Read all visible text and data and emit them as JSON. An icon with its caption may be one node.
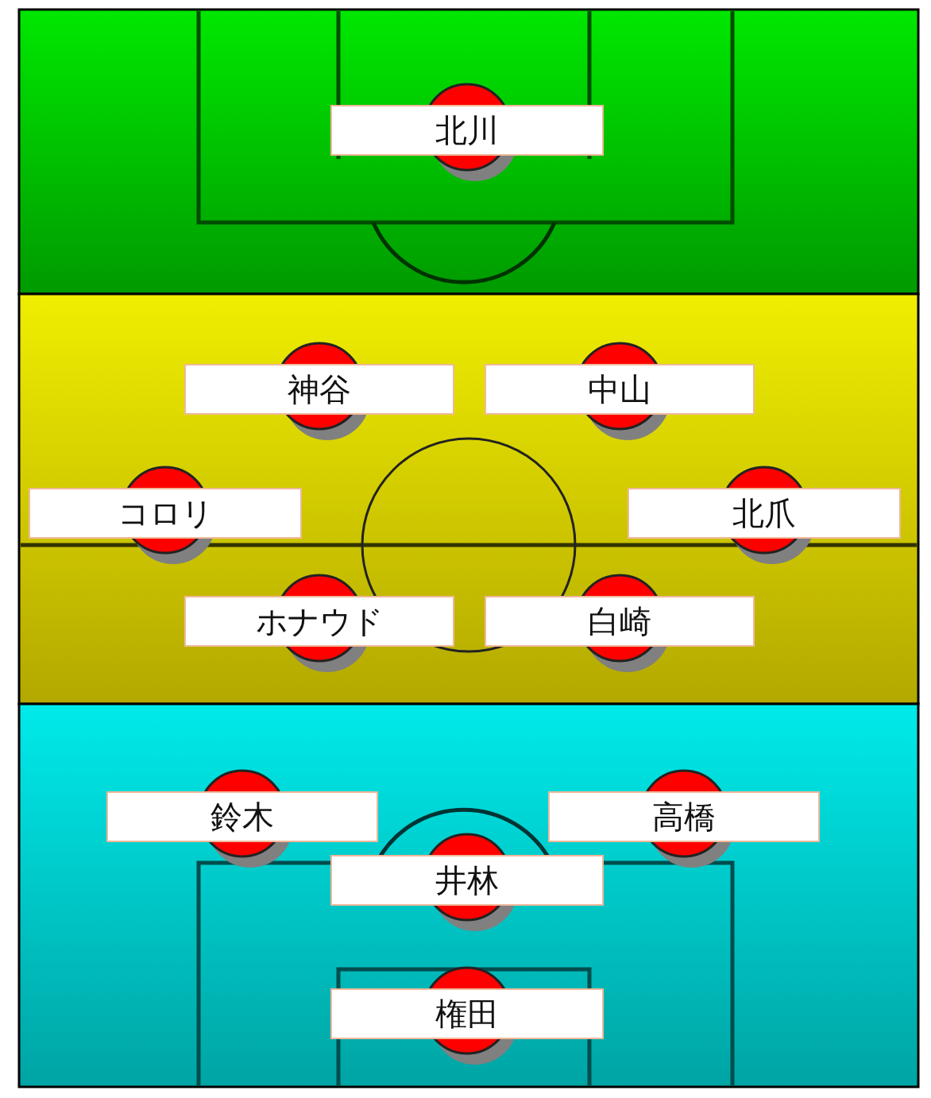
{
  "diagram": {
    "nodes": [
      {
        "text": [
          "北川"
        ]
      },
      {
        "text": [
          "神谷"
        ]
      },
      {
        "text": [
          "中山"
        ]
      },
      {
        "text": [
          "コロリ"
        ]
      },
      {
        "text": [
          "北爪"
        ]
      },
      {
        "text": [
          "ホナウド"
        ]
      },
      {
        "text": [
          "白崎"
        ]
      },
      {
        "text": [
          "鈴木"
        ]
      },
      {
        "text": [
          "高橋"
        ]
      },
      {
        "text": [
          "井林"
        ]
      },
      {
        "text": [
          "権田"
        ]
      }
    ]
  }
}
